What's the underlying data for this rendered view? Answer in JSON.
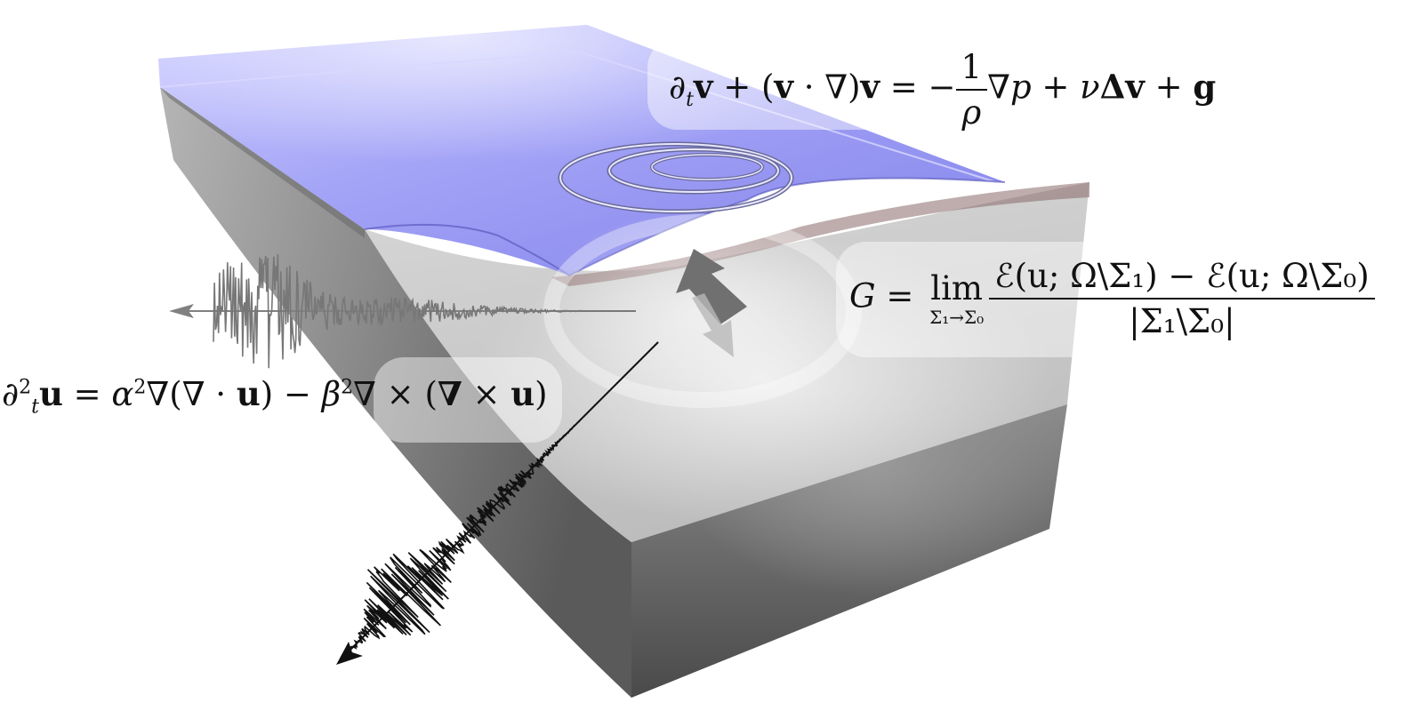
{
  "equations": {
    "navier_stokes": {
      "lead": "∂",
      "lead_sub": "t",
      "v1": "v",
      "plus1": " + (",
      "v2": "v",
      "dot_nabla": " · ∇)",
      "v3": "v",
      "eq": " = −",
      "frac_num": "1",
      "frac_den": "ρ",
      "rest1": "∇",
      "p": "p",
      "plus2": " + ",
      "nu": "ν",
      "delta": "Δ",
      "v4": "v",
      "plus3": " + ",
      "g": "g"
    },
    "griffith": {
      "G": "G",
      "eq": " = ",
      "lim": "lim",
      "lim_sub": "Σ₁→Σ₀",
      "num": "ℰ(u; Ω\\Σ₁) − ℰ(u; Ω\\Σ₀)",
      "den": "|Σ₁\\Σ₀|"
    },
    "elastic_wave": {
      "lead": "∂",
      "lead_sup": "2",
      "lead_sub": "t",
      "u1": "u",
      "eq": " = ",
      "alpha": "α",
      "alpha_sup": "2",
      "grad": "∇(∇ · ",
      "u2": "u",
      "minus": ") − ",
      "beta": "β",
      "beta_sup": "2",
      "curl": "∇ × (",
      "nabla_b": "∇",
      "times": " × ",
      "u3": "u",
      "close": ")"
    }
  },
  "colors": {
    "water": "#8c8cf5",
    "rock_dark": "#555555",
    "rock_light": "#d8d8d8",
    "seismogram": "#111111"
  },
  "icons": [
    "ripple-rings-icon",
    "slip-arrow-icon",
    "wave-arrow-icon"
  ]
}
